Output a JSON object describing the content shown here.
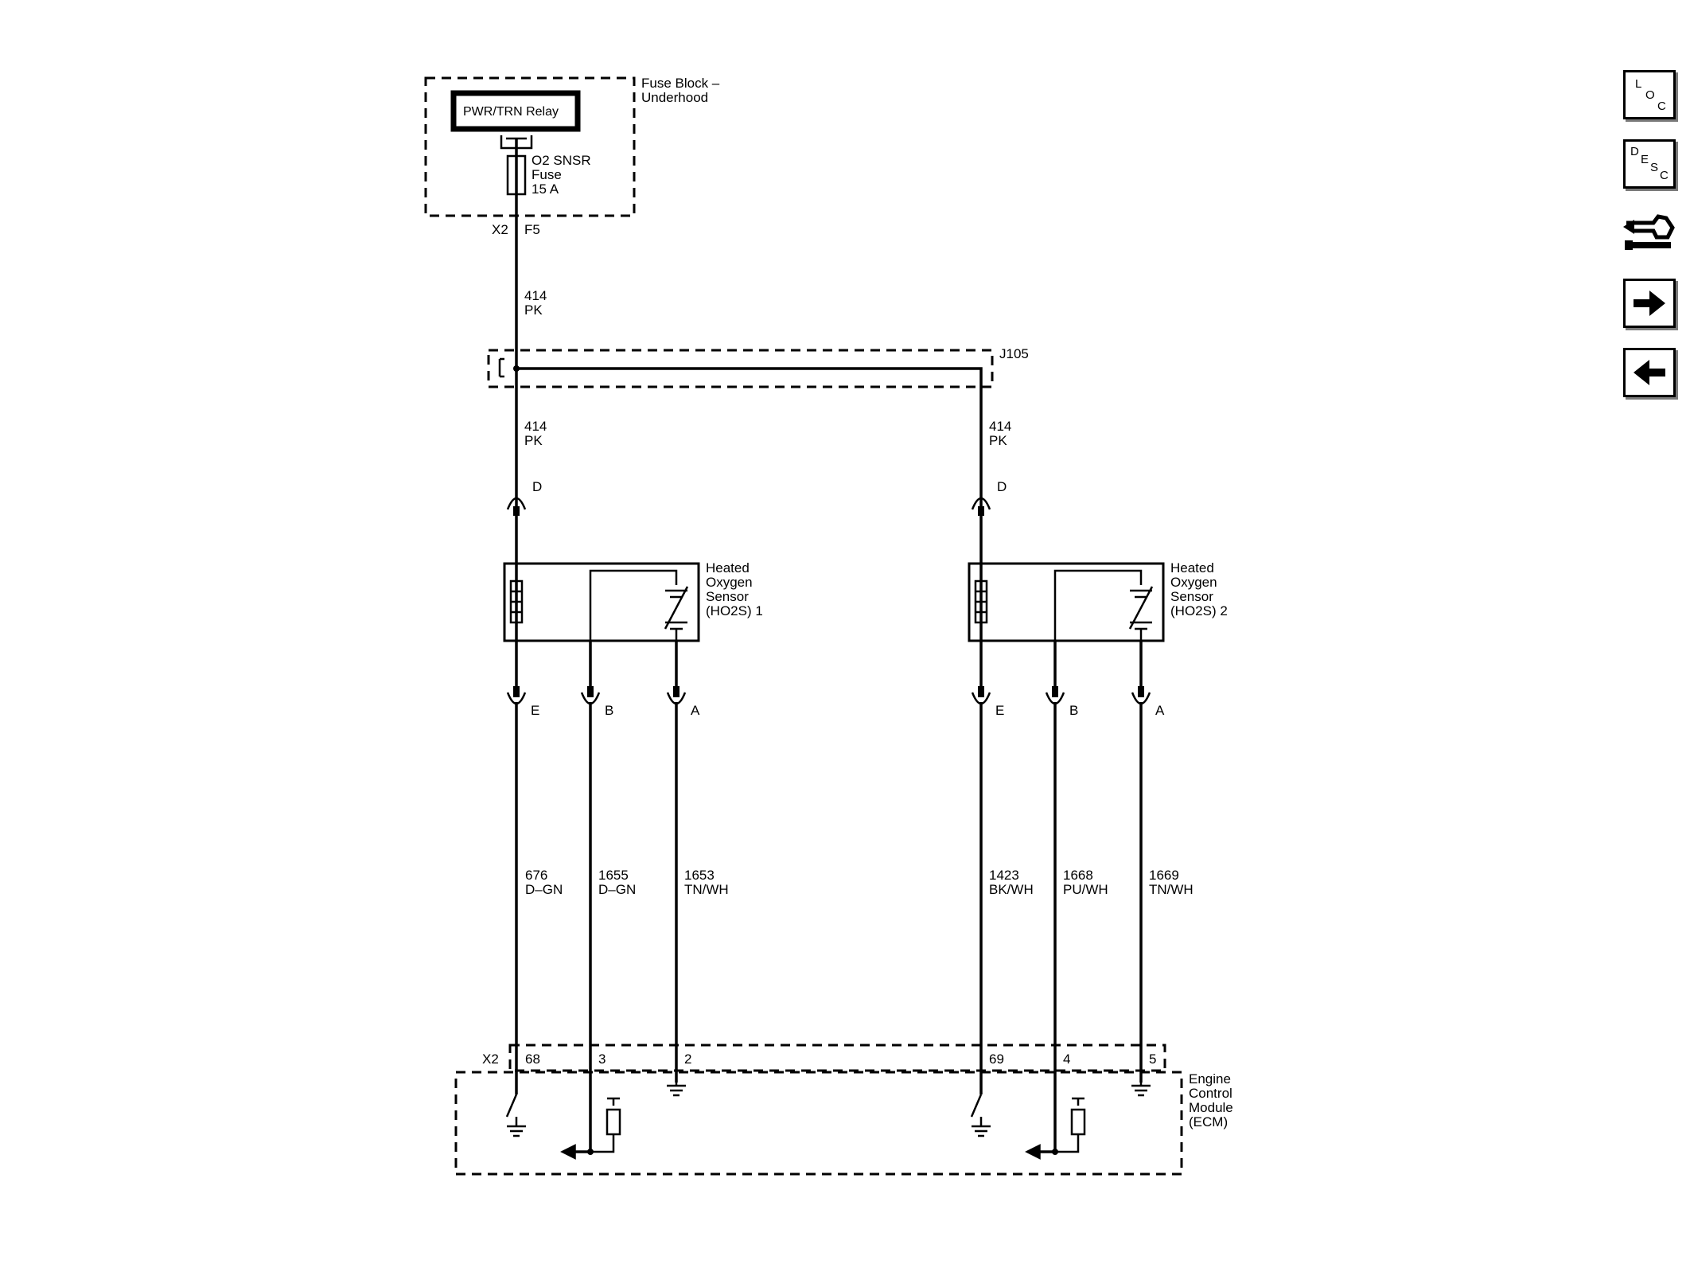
{
  "fuse_block": {
    "title_line1": "Fuse Block –",
    "title_line2": "Underhood",
    "relay": "PWR/TRN Relay",
    "fuse_line1": "O2 SNSR",
    "fuse_line2": "Fuse",
    "fuse_line3": "15 A",
    "connector": "X2",
    "cavity": "F5"
  },
  "feed_wire": {
    "circuit": "414",
    "color": "PK"
  },
  "splice": {
    "id": "J105"
  },
  "sensor1": {
    "name_line1": "Heated",
    "name_line2": "Oxygen",
    "name_line3": "Sensor",
    "name_line4": "(HO2S) 1",
    "feed_circuit": "414",
    "feed_color": "PK",
    "pin_d": "D",
    "pin_e": "E",
    "pin_b": "B",
    "pin_a": "A",
    "wire_e": {
      "circuit": "676",
      "color": "D–GN"
    },
    "wire_b": {
      "circuit": "1655",
      "color": "D–GN"
    },
    "wire_a": {
      "circuit": "1653",
      "color": "TN/WH"
    },
    "ecm_pin_e": "68",
    "ecm_pin_b": "3",
    "ecm_pin_a": "2"
  },
  "sensor2": {
    "name_line1": "Heated",
    "name_line2": "Oxygen",
    "name_line3": "Sensor",
    "name_line4": "(HO2S) 2",
    "feed_circuit": "414",
    "feed_color": "PK",
    "pin_d": "D",
    "pin_e": "E",
    "pin_b": "B",
    "pin_a": "A",
    "wire_e": {
      "circuit": "1423",
      "color": "BK/WH"
    },
    "wire_b": {
      "circuit": "1668",
      "color": "PU/WH"
    },
    "wire_a": {
      "circuit": "1669",
      "color": "TN/WH"
    },
    "ecm_pin_e": "69",
    "ecm_pin_b": "4",
    "ecm_pin_a": "5"
  },
  "ecm": {
    "connector": "X2",
    "name_line1": "Engine",
    "name_line2": "Control",
    "name_line3": "Module",
    "name_line4": "(ECM)"
  },
  "nav": {
    "loc": {
      "main": "L",
      "o": "O",
      "c": "C"
    },
    "desc": {
      "main": "D",
      "e": "E",
      "s": "S",
      "c": "C"
    },
    "icons": [
      "loc-icon",
      "desc-icon",
      "connector-tools-icon",
      "next-arrow-icon",
      "previous-arrow-icon"
    ]
  }
}
